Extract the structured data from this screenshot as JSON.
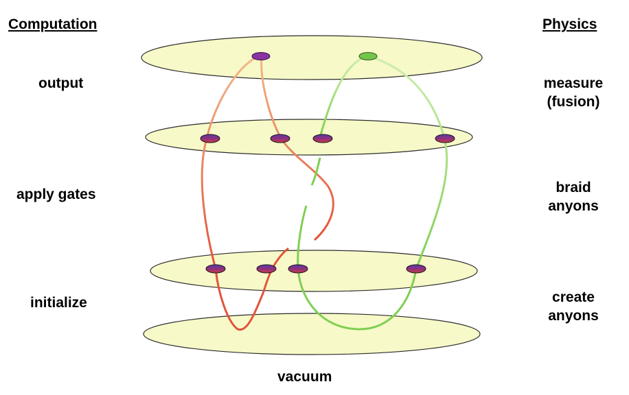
{
  "headers": {
    "computation": "Computation",
    "physics": "Physics"
  },
  "left_labels": {
    "output": "output",
    "apply_gates": "apply gates",
    "initialize": "initialize"
  },
  "right_labels": {
    "measure_line1": "measure",
    "measure_line2": "(fusion)",
    "braid_line1": "braid",
    "braid_line2": "anyons",
    "create_line1": "create",
    "create_line2": "anyons"
  },
  "bottom_label": "vacuum",
  "colors": {
    "plane_fill": "#f7f9c8",
    "plane_stroke": "#2b2b2b",
    "red_worldline": "#e2533a",
    "red_worldline_light": "#f1a77d",
    "green_worldline": "#7fcf52",
    "green_worldline_light": "#c6ec9f",
    "anyon_fill_purple": "#8b34a3",
    "anyon_fill_green": "#74c64b",
    "anyon_fill_red": "#c0344a"
  }
}
